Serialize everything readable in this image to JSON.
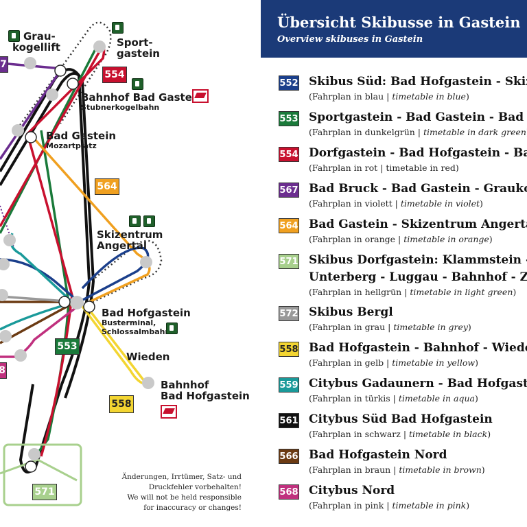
{
  "header": {
    "title": "Übersicht Skibusse in Gastein",
    "subtitle": "Overview skibuses in Gastein"
  },
  "colors": {
    "header_bg": "#1b3a78",
    "r552": "#1b3f8b",
    "r553": "#1a7a3a",
    "r554": "#c8102e",
    "r567": "#6b2d8f",
    "r564": "#f0a020",
    "r571": "#a8d08d",
    "r572": "#999999",
    "r558": "#f3d531",
    "r559": "#1a9a9a",
    "r561": "#111111",
    "r566": "#6b3a12",
    "r568": "#c0307e"
  },
  "legend": [
    {
      "code": "552",
      "name": "Skibus Süd: Bad Hofgastein - Skizentrum Angertal",
      "sub_de": "(Fahrplan in blau | ",
      "sub_en": "timetable in blue",
      "sub_end": ")",
      "bg": "#1b3f8b",
      "fg": "#ffffff"
    },
    {
      "code": "553",
      "name": "Sportgastein - Bad Gastein - Bad Hofgastein",
      "sub_de": "(Fahrplan in dunkelgrün | ",
      "sub_en": "timetable in dark green",
      "sub_end": ")",
      "bg": "#1a7a3a",
      "fg": "#ffffff"
    },
    {
      "code": "554",
      "name": "Dorfgastein - Bad Hofgastein - Bad Gastein",
      "sub_de": "(Fahrplan in rot | timetable in red)",
      "sub_en": "",
      "sub_end": "",
      "bg": "#c8102e",
      "fg": "#ffffff"
    },
    {
      "code": "567",
      "name": "Bad Bruck - Bad Gastein - Graukogel - K",
      "sub_de": "(Fahrplan in violett | ",
      "sub_en": "timetable in violet",
      "sub_end": ")",
      "bg": "#6b2d8f",
      "fg": "#ffffff"
    },
    {
      "code": "564",
      "name": "Bad Gastein - Skizentrum Angertal",
      "sub_de": "(Fahrplan in orange | ",
      "sub_en": "timetable in orange",
      "sub_end": ")",
      "bg": "#f0a020",
      "fg": "#ffffff"
    },
    {
      "code": "571",
      "name": "Skibus Dorfgastein: Klammstein - Mai",
      "name2": "Unterberg - Luggau - Bahnhof - Zentrum",
      "sub_de": "(Fahrplan in hellgrün | ",
      "sub_en": "timetable in light green",
      "sub_end": ")",
      "bg": "#a8d08d",
      "fg": "#ffffff"
    },
    {
      "code": "572",
      "name": "Skibus Bergl",
      "sub_de": "(Fahrplan in grau | ",
      "sub_en": "timetable in grey",
      "sub_end": ")",
      "bg": "#999999",
      "fg": "#ffffff"
    },
    {
      "code": "558",
      "name": "Bad Hofgastein - Bahnhof - Wieden - Schlossalm",
      "sub_de": "(Fahrplan in gelb | ",
      "sub_en": "timetable in yellow",
      "sub_end": ")",
      "bg": "#f3d531",
      "fg": "#222222"
    },
    {
      "code": "559",
      "name": "Citybus Gadaunern - Bad Hofgastein",
      "sub_de": "(Fahrplan in türkis | ",
      "sub_en": "timetable in aqua",
      "sub_end": ")",
      "bg": "#1a9a9a",
      "fg": "#ffffff"
    },
    {
      "code": "561",
      "name": "Citybus Süd Bad Hofgastein",
      "sub_de": "(Fahrplan in schwarz | ",
      "sub_en": "timetable in black",
      "sub_end": ")",
      "bg": "#111111",
      "fg": "#ffffff"
    },
    {
      "code": "566",
      "name": "Bad Hofgastein Nord",
      "sub_de": "(Fahrplan in braun | ",
      "sub_en": "timetable in brown",
      "sub_end": ")",
      "bg": "#6b3a12",
      "fg": "#ffffff"
    },
    {
      "code": "568",
      "name": "Citybus Nord",
      "sub_de": "(Fahrplan in pink | ",
      "sub_en": "timetable in pink",
      "sub_end": ")",
      "bg": "#c0307e",
      "fg": "#ffffff"
    }
  ],
  "map": {
    "stops": {
      "graukogel_main": "Grau-",
      "graukogel_main2": "kogellift",
      "sport_main": "Sport-",
      "sport_main2": "gastein",
      "bahnhof_bg_main": "Bahnhof Bad Gastein",
      "bahnhof_bg_sub": "Stubnerkogelbahn",
      "bad_gastein_main": "Bad Gastein",
      "bad_gastein_sub": "Mozartplatz",
      "angertal_main": "Skizentrum",
      "angertal_main2": "Angertal",
      "bad_hof_main": "Bad Hofgastein",
      "bad_hof_sub": "Busterminal,",
      "bad_hof_sub2": "Schlossalmbahn",
      "wieden_main": "Wieden",
      "bahnhof_bh_main": "Bahnhof",
      "bahnhof_bh_main2": "Bad Hofgastein"
    },
    "badges": {
      "b567": "7",
      "b554": "554",
      "b564": "564",
      "b553": "553",
      "b558": "558",
      "b571": "571",
      "b568": "8"
    },
    "disclaimer": [
      "Änderungen, Irrtümer, Satz- und",
      "Druckfehler vorbehalten!",
      "We will not be held responsible",
      "for inaccuracy or changes!"
    ]
  }
}
